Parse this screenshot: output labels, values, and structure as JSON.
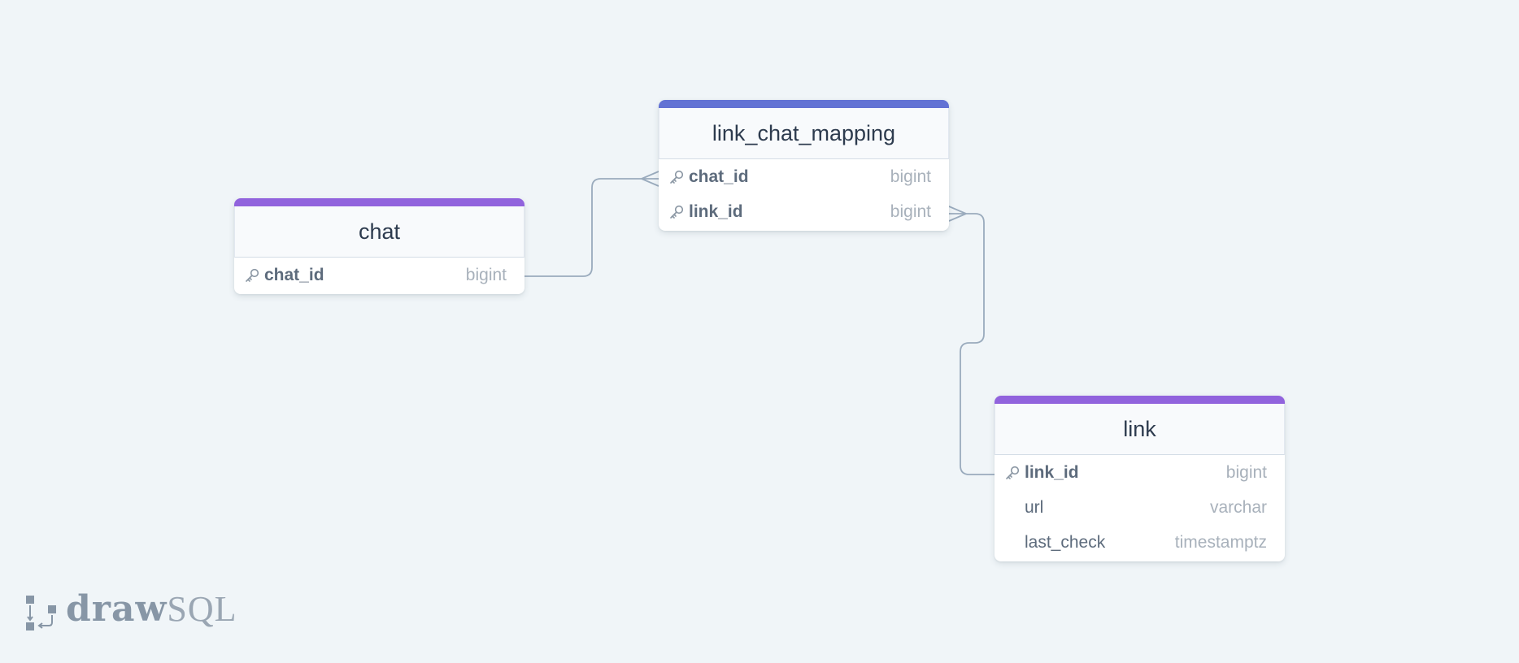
{
  "diagram": {
    "tables": [
      {
        "name": "chat",
        "accent_color": "#9163dd",
        "columns": [
          {
            "name": "chat_id",
            "type": "bigint",
            "primary_key": true
          }
        ]
      },
      {
        "name": "link_chat_mapping",
        "accent_color": "#6272d4",
        "columns": [
          {
            "name": "chat_id",
            "type": "bigint",
            "primary_key": true
          },
          {
            "name": "link_id",
            "type": "bigint",
            "primary_key": true
          }
        ]
      },
      {
        "name": "link",
        "accent_color": "#9163dd",
        "columns": [
          {
            "name": "link_id",
            "type": "bigint",
            "primary_key": true
          },
          {
            "name": "url",
            "type": "varchar",
            "primary_key": false
          },
          {
            "name": "last_check",
            "type": "timestamptz",
            "primary_key": false
          }
        ]
      }
    ],
    "relationships": [
      {
        "from": "chat.chat_id",
        "to": "link_chat_mapping.chat_id",
        "cardinality": "one-to-many"
      },
      {
        "from": "link.link_id",
        "to": "link_chat_mapping.link_id",
        "cardinality": "one-to-many"
      }
    ],
    "connector_color": "#9aabbd",
    "key_icon_name": "key-icon"
  },
  "branding": {
    "logo_bold": "draw",
    "logo_light": "SQL",
    "logo_color": "#8796a6",
    "logo_icon_name": "drawsql-logo-icon"
  }
}
